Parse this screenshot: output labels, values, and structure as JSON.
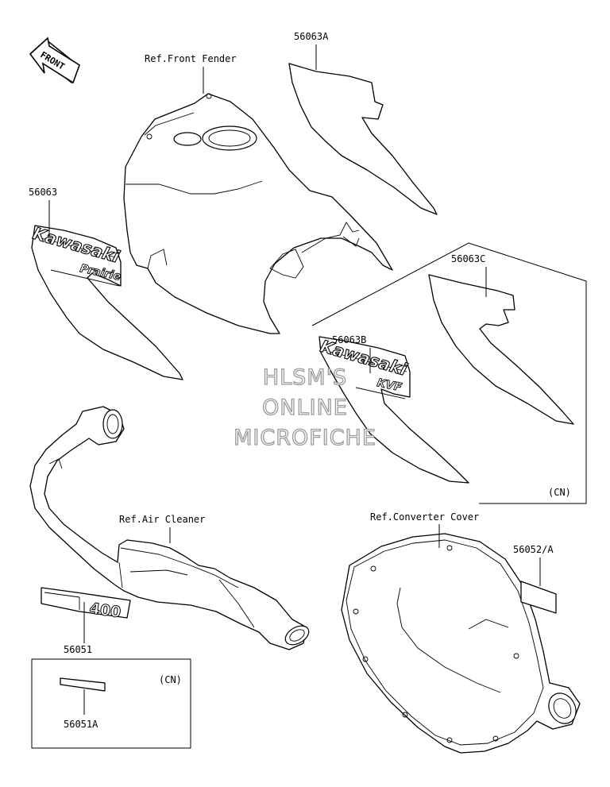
{
  "labels": {
    "front": "FRONT",
    "ref_front_fender": "Ref.Front Fender",
    "p56063A": "56063A",
    "p56063": "56063",
    "p56063C": "56063C",
    "p56063B": "56063B",
    "cn_top": "(CN)",
    "ref_air_cleaner": "Ref.Air Cleaner",
    "ref_converter_cover": "Ref.Converter Cover",
    "p56052A": "56052/A",
    "p56051": "56051",
    "cn_bottom": "(CN)",
    "p56051A": "56051A"
  },
  "decal_text": {
    "kawasaki_left": "Kawasaki",
    "prairie": "Prairie",
    "kawasaki_right": "Kawasaki",
    "kvf": "KVF",
    "num_400": "400"
  },
  "watermark": {
    "line1": "HLSM'S",
    "line2": "ONLINE",
    "line3": "MICROFICHE"
  }
}
